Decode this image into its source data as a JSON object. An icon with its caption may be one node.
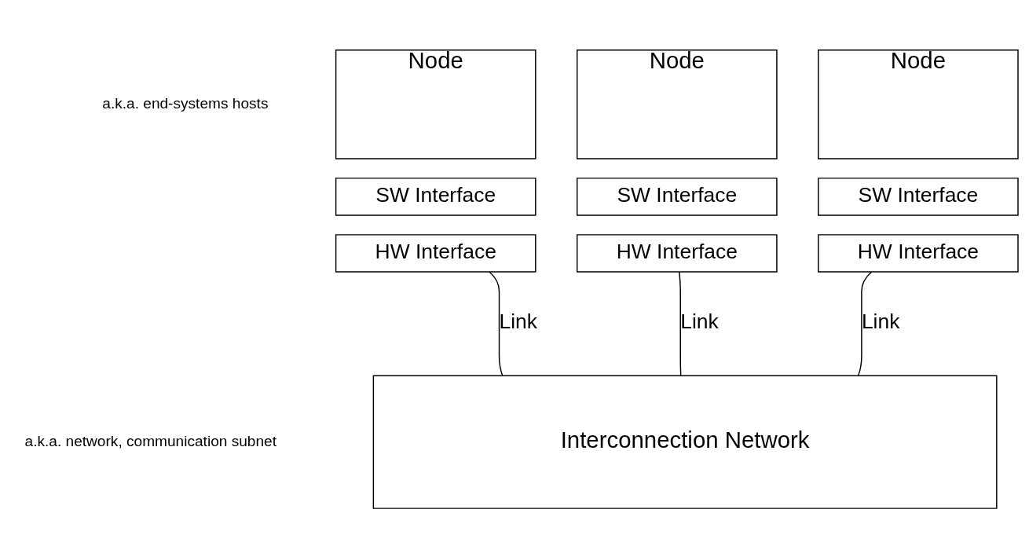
{
  "diagram": {
    "nodes": [
      {
        "text": [
          "Node"
        ]
      },
      {
        "text": [
          "SW Interface"
        ]
      },
      {
        "text": [
          "HW Interface"
        ]
      },
      {
        "text": [
          "Node"
        ]
      },
      {
        "text": [
          "SW Interface"
        ]
      },
      {
        "text": [
          "HW Interface"
        ]
      },
      {
        "text": [
          "Node"
        ]
      },
      {
        "text": [
          "SW Interface"
        ]
      },
      {
        "text": [
          "HW Interface"
        ]
      },
      {
        "text": [
          "Interconnection Network"
        ]
      }
    ],
    "edges": [
      {
        "from": 2,
        "to": 9,
        "arrow": "none",
        "label": "Link"
      },
      {
        "from": 5,
        "to": 9,
        "arrow": "none",
        "label": "Link"
      },
      {
        "from": 8,
        "to": 9,
        "arrow": "none",
        "label": "Link"
      }
    ],
    "labels": [
      "a.k.a. end-systems hosts",
      "a.k.a. network, communication subnet"
    ]
  }
}
